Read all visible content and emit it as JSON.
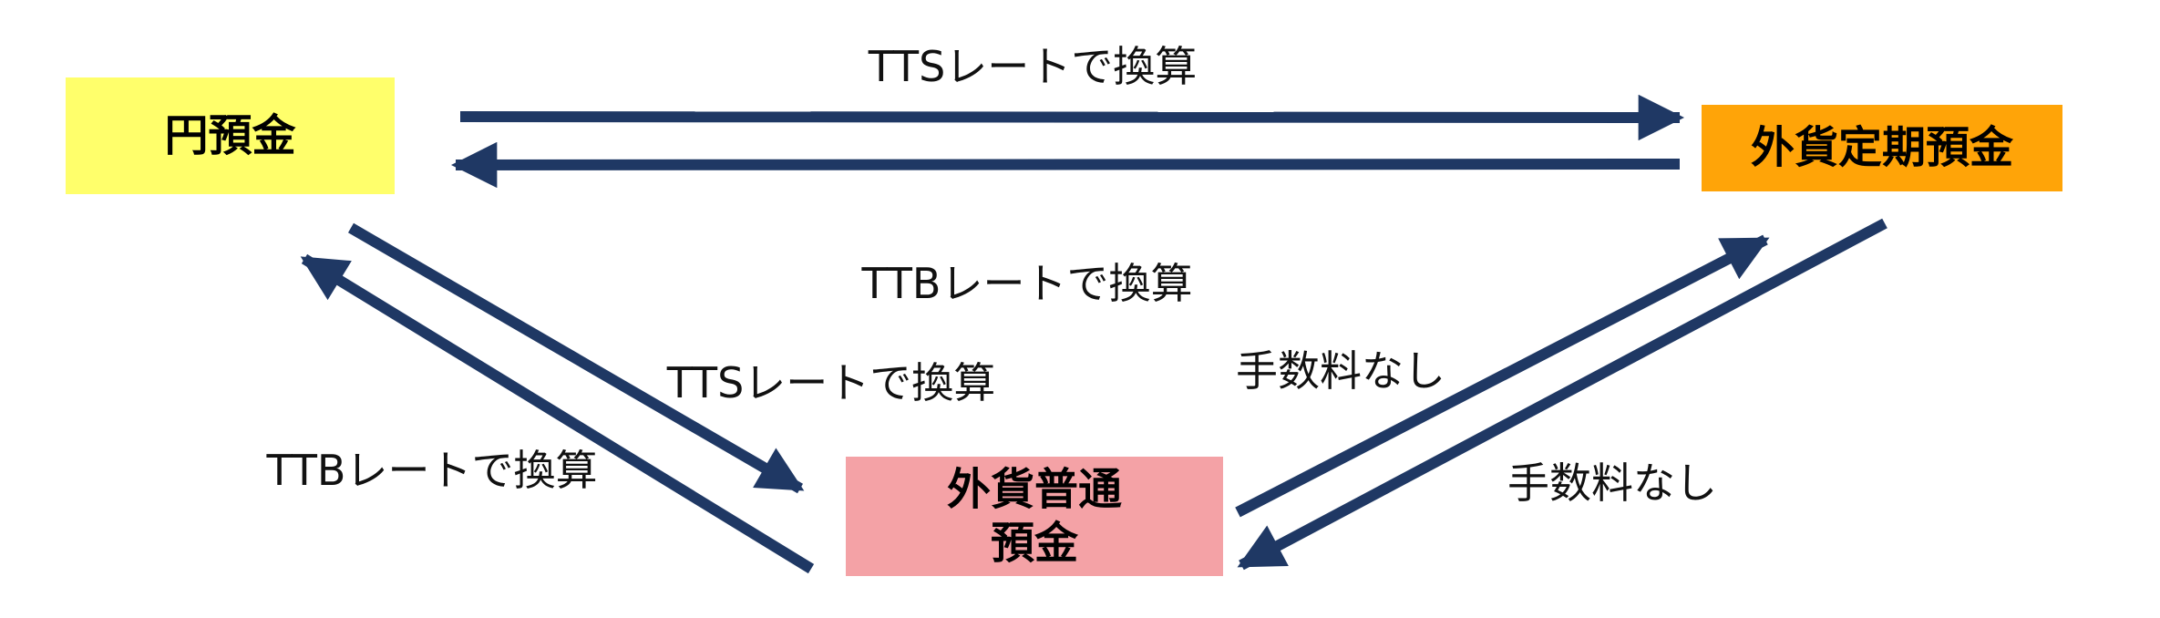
{
  "colors": {
    "arrow": "#1F3864",
    "yen-bg": "#FFFF6B",
    "time-bg": "#FFA408",
    "ordinary-bg": "#F4A2A6",
    "text": "#000000"
  },
  "nodes": {
    "yen": {
      "label": "円預金"
    },
    "foreign_time": {
      "label": "外貨定期預金"
    },
    "foreign_ordinary": {
      "line1": "外貨普通",
      "line2": "預金"
    }
  },
  "edges": {
    "tts_yen_to_time": {
      "label": "TTSレートで換算"
    },
    "ttb_time_to_yen": {
      "label": "TTBレートで換算"
    },
    "tts_yen_to_ordinary": {
      "label": "TTSレートで換算"
    },
    "ttb_ordinary_to_yen": {
      "label": "TTBレートで換算"
    },
    "fee_ordinary_to_time": {
      "label": "手数料なし"
    },
    "fee_time_to_ordinary": {
      "label": "手数料なし"
    }
  }
}
